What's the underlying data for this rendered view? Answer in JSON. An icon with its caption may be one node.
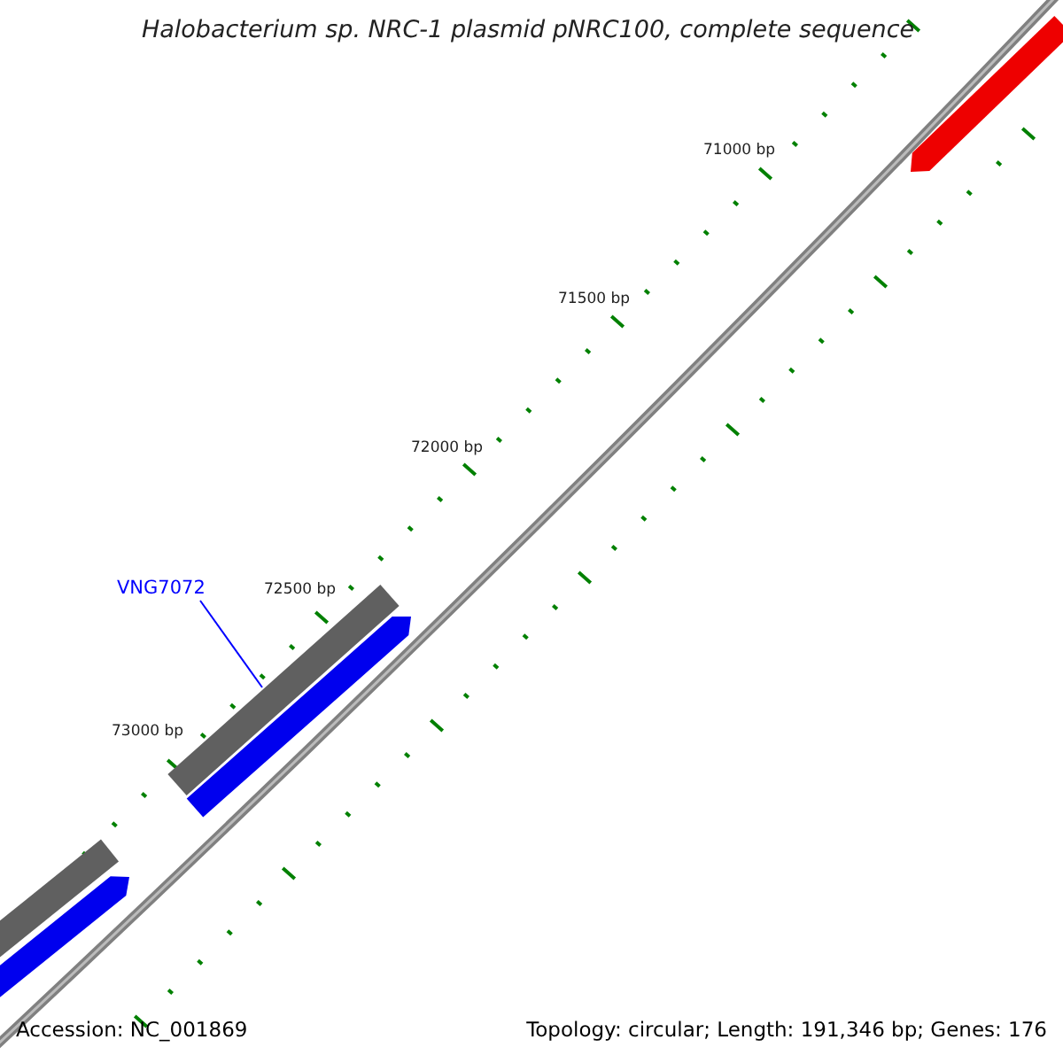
{
  "diagram": {
    "title": "Halobacterium sp. NRC-1 plasmid pNRC100, complete sequence",
    "nodes": [
      {
        "text": [
          "VNG7072"
        ]
      },
      {
        "text": [],
        "shape": "bar"
      }
    ],
    "edges": [
      {
        "from": 0,
        "to": 1,
        "arrow": "none"
      }
    ],
    "labels": [
      "71000 bp",
      "71500 bp",
      "72000 bp",
      "72500 bp",
      "73000 bp",
      "Accession: NC_001869",
      "Topology: circular; Length: 191,346 bp; Genes: 176"
    ]
  }
}
